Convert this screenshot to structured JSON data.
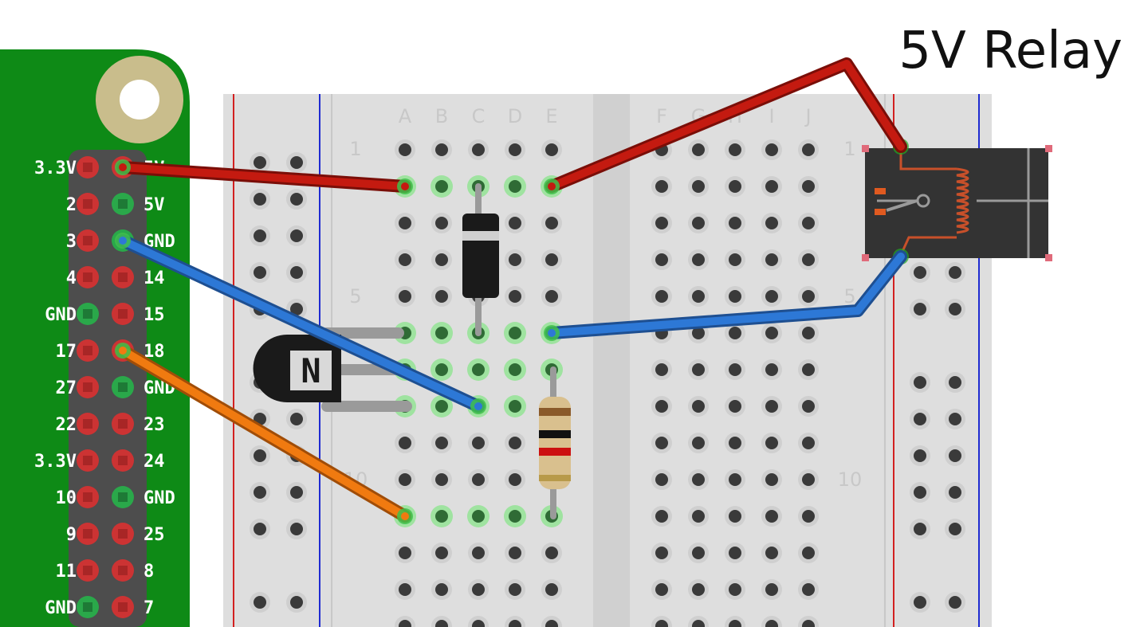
{
  "title": "5V Relay",
  "pi_header": {
    "left_labels": [
      "3.3V",
      "2",
      "3",
      "4",
      "GND",
      "17",
      "27",
      "22",
      "3.3V",
      "10",
      "9",
      "11",
      "GND"
    ],
    "right_labels": [
      "5V",
      "5V",
      "GND",
      "14",
      "15",
      "18",
      "GND",
      "23",
      "24",
      "GND",
      "25",
      "8",
      "7"
    ],
    "left_pin_types": [
      "power",
      "io",
      "io",
      "io",
      "ground",
      "io",
      "io",
      "io",
      "power",
      "io",
      "io",
      "io",
      "ground"
    ],
    "right_pin_types": [
      "power",
      "ground",
      "ground",
      "io",
      "io",
      "io",
      "ground",
      "io",
      "io",
      "ground",
      "io",
      "io",
      "io"
    ]
  },
  "breadboard": {
    "columns_left": [
      "A",
      "B",
      "C",
      "D",
      "E"
    ],
    "columns_right": [
      "F",
      "G",
      "H",
      "I",
      "J"
    ],
    "row_numbers_left": [
      "1",
      "5",
      "10"
    ],
    "row_numbers_right": [
      "1",
      "5",
      "10"
    ]
  },
  "components": {
    "transistor_mark": "N"
  },
  "colors": {
    "pi_green": "#0e8a16",
    "wire_red": "#c41a10",
    "wire_blue": "#2d78d6",
    "wire_orange": "#f07a10",
    "relay_coil": "#c8502a"
  }
}
